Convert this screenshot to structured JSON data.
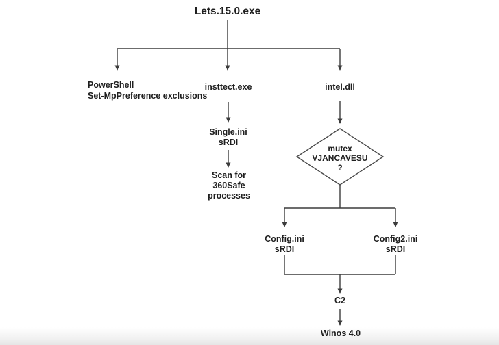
{
  "diagram": {
    "type": "flowchart",
    "background": "#ffffff",
    "colors": {
      "line": "#3c3c3c",
      "text": "#1f1f1f",
      "diamond_fill": "#ffffff"
    },
    "nodes": {
      "root": {
        "label": "Lets.15.0.exe"
      },
      "powershell": {
        "lines": [
          "PowerShell",
          "Set-MpPreference exclusions"
        ]
      },
      "insttect": {
        "label": "insttect.exe"
      },
      "intel": {
        "label": "intel.dll"
      },
      "single_ini": {
        "lines": [
          "Single.ini",
          "sRDI"
        ]
      },
      "scan": {
        "lines": [
          "Scan for",
          "360Safe",
          "processes"
        ]
      },
      "mutex_decision": {
        "lines": [
          "mutex",
          "VJANCAVESU",
          "?"
        ]
      },
      "config_ini": {
        "lines": [
          "Config.ini",
          "sRDI"
        ]
      },
      "config2_ini": {
        "lines": [
          "Config2.ini",
          "sRDI"
        ]
      },
      "c2": {
        "label": "C2"
      },
      "winos": {
        "label": "Winos 4.0"
      }
    },
    "edges": [
      {
        "from": "Lets.15.0.exe",
        "to": "PowerShell Set-MpPreference exclusions"
      },
      {
        "from": "Lets.15.0.exe",
        "to": "insttect.exe"
      },
      {
        "from": "Lets.15.0.exe",
        "to": "intel.dll"
      },
      {
        "from": "insttect.exe",
        "to": "Single.ini sRDI"
      },
      {
        "from": "Single.ini sRDI",
        "to": "Scan for 360Safe processes"
      },
      {
        "from": "intel.dll",
        "to": "mutex VJANCAVESU ?"
      },
      {
        "from": "mutex VJANCAVESU ?",
        "to": "Config.ini sRDI"
      },
      {
        "from": "mutex VJANCAVESU ?",
        "to": "Config2.ini sRDI"
      },
      {
        "from": "Config.ini sRDI",
        "to": "C2"
      },
      {
        "from": "Config2.ini sRDI",
        "to": "C2"
      },
      {
        "from": "C2",
        "to": "Winos 4.0"
      }
    ]
  }
}
